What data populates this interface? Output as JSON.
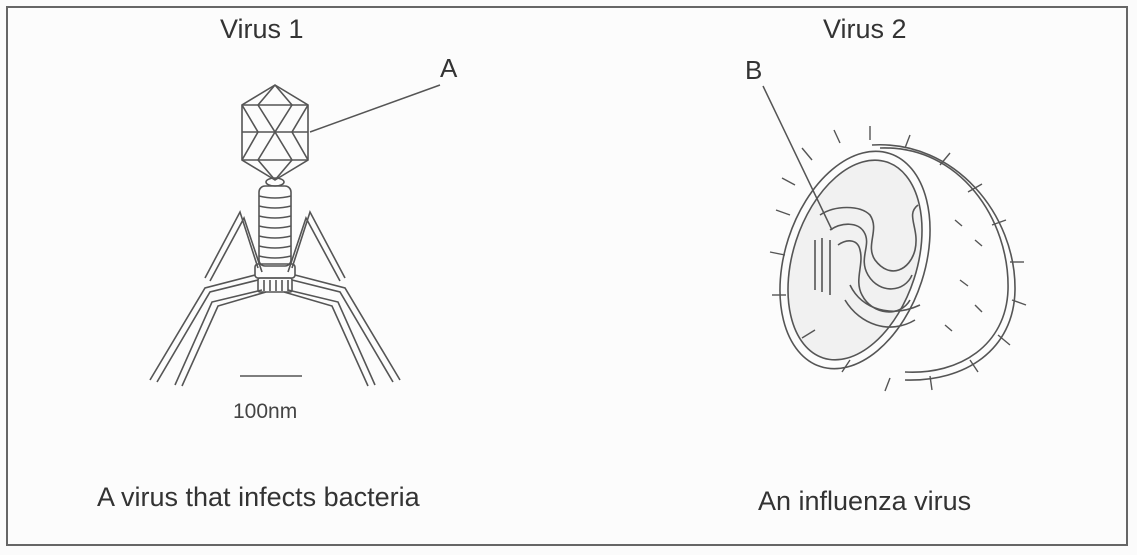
{
  "virus1": {
    "title": "Virus 1",
    "label": "A",
    "scale_label": "100nm",
    "caption": "A virus that infects bacteria"
  },
  "virus2": {
    "title": "Virus 2",
    "label": "B",
    "caption": "An influenza virus"
  },
  "colors": {
    "ink": "#555555",
    "frame": "#666666",
    "background": "#fcfcfc"
  }
}
